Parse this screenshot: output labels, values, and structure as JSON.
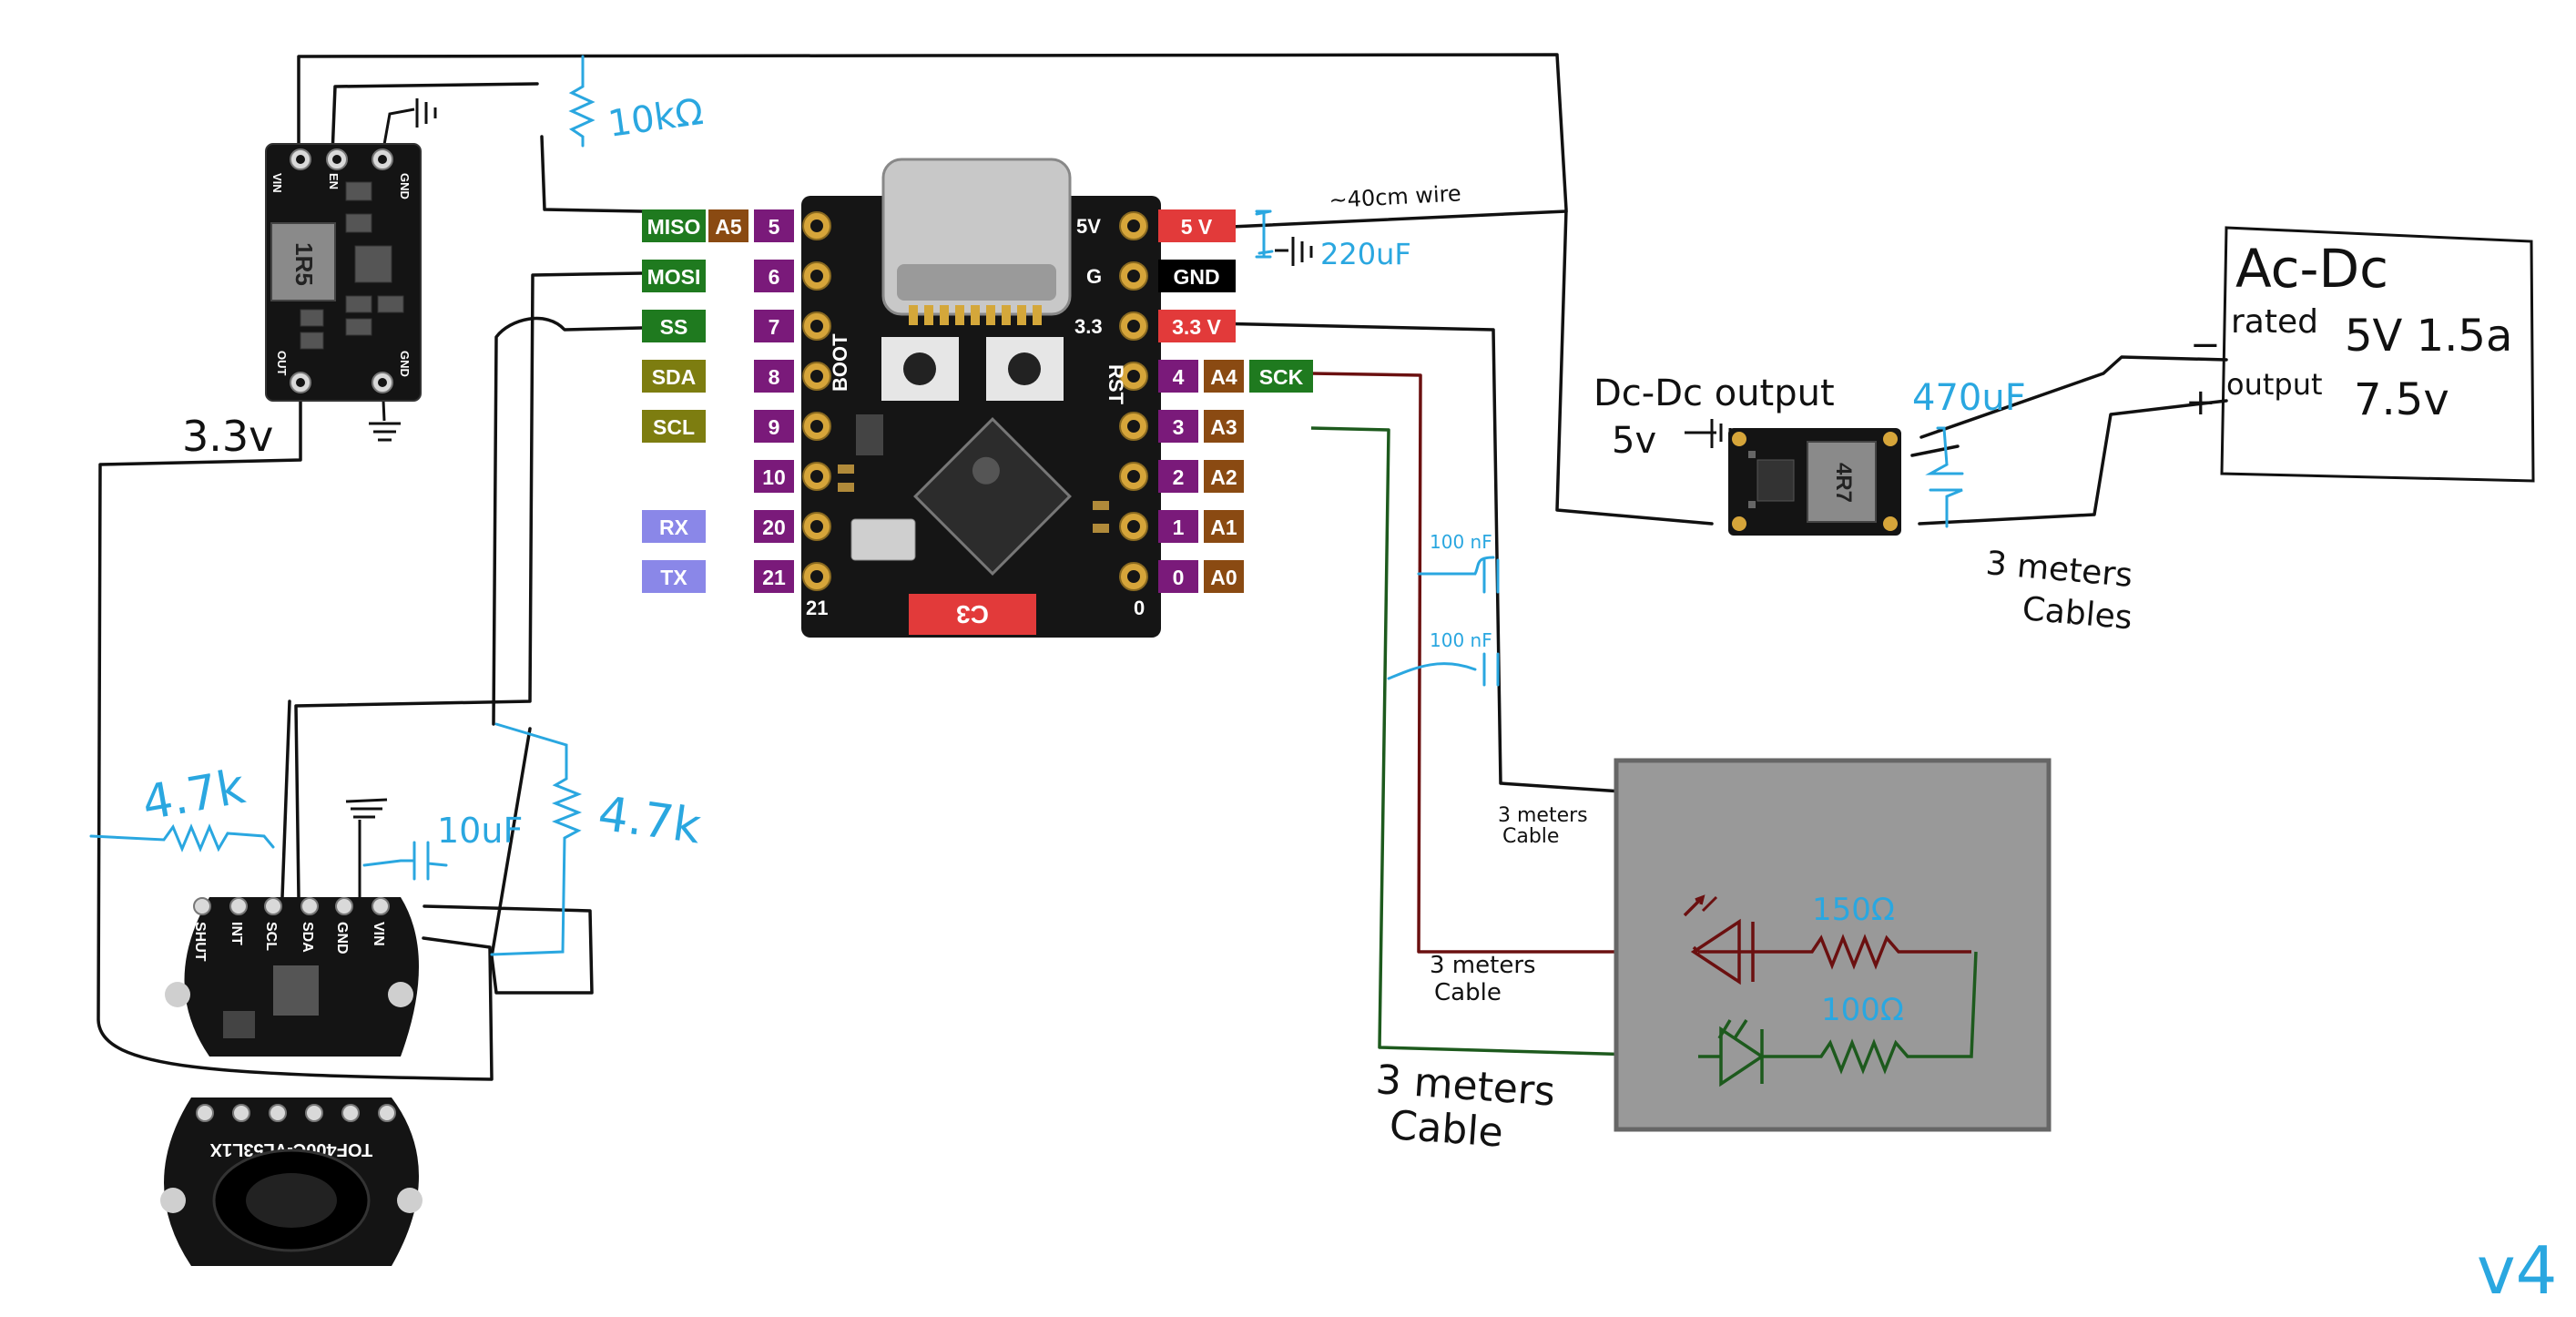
{
  "colors": {
    "wire": "#111111",
    "annotation": "#2aa7e0",
    "red_wire": "#6b1010",
    "green_wire": "#1d5a1d",
    "miso_green": "#1f7a1f",
    "pin_purple": "#7a1a7a",
    "pin_brown": "#8a4a12",
    "pin_olive": "#7d7d10",
    "pin_lavender": "#8a87e8",
    "pin_red": "#e23a3a",
    "board": "#151515",
    "box_gray": "#999999"
  },
  "icons": [
    "ground-symbol-icon",
    "led-icon",
    "resistor-icon",
    "capacitor-icon"
  ],
  "esp32": {
    "left_labels": [
      {
        "label": "MISO",
        "alt": "A5",
        "num": "5"
      },
      {
        "label": "MOSI",
        "alt": "",
        "num": "6"
      },
      {
        "label": "SS",
        "alt": "",
        "num": "7"
      },
      {
        "label": "SDA",
        "alt": "",
        "num": "8"
      },
      {
        "label": "SCL",
        "alt": "",
        "num": "9"
      },
      {
        "label": "",
        "alt": "",
        "num": "10"
      },
      {
        "label": "RX",
        "alt": "",
        "num": "20"
      },
      {
        "label": "TX",
        "alt": "",
        "num": "21"
      }
    ],
    "right_labels": [
      {
        "label": "5 V",
        "alt": "",
        "num": ""
      },
      {
        "label": "GND",
        "alt": "",
        "num": ""
      },
      {
        "label": "3.3 V",
        "alt": "",
        "num": ""
      },
      {
        "label": "SCK",
        "alt": "A4",
        "num": "4"
      },
      {
        "label": "",
        "alt": "A3",
        "num": "3"
      },
      {
        "label": "",
        "alt": "A2",
        "num": "2"
      },
      {
        "label": "",
        "alt": "A1",
        "num": "1"
      },
      {
        "label": "",
        "alt": "A0",
        "num": "0"
      }
    ],
    "silk_right": [
      "5V",
      "G",
      "3.3",
      "RST"
    ],
    "silk_boot": "BOOT",
    "silk_corner_left": "21",
    "silk_corner_right": "0",
    "chip_label": "C3"
  },
  "buck_module": {
    "pins_top": [
      "VIN",
      "EN",
      "GND"
    ],
    "pins_bottom": [
      "OUT",
      "GND"
    ],
    "inductor": "1R5"
  },
  "dcdc_module": {
    "inductor": "4R7"
  },
  "tof_sensor": {
    "pins": [
      "SHUT",
      "INT",
      "SCL",
      "SDA",
      "GND",
      "VIN"
    ],
    "model": "TOF400C-VL53L1X"
  },
  "annotations": {
    "r_10k": "10kΩ",
    "wire_40cm": "~40cm wire",
    "cap_220": "220uF",
    "v33": "3.3v",
    "r_47a": "4.7k",
    "r_47b": "4.7k",
    "cap_10": "10uF",
    "cap_100a": "100 nF",
    "cap_100b": "100 nF",
    "dcdc_title": "Dc-Dc output",
    "dcdc_5v": "5v",
    "cap_470": "470uF",
    "cables_3m_a": "3 meters",
    "cables_3m_a2": "Cables",
    "cable_led_a": "3 meters",
    "cable_led_a2": "Cable",
    "cable_led_b": "3 meters",
    "cable_led_b2": "Cable",
    "cable_led_c": "3 meters",
    "cable_led_c2": "Cable",
    "r_150": "150Ω",
    "r_100": "100Ω",
    "acdc_title": "Ac-Dc",
    "acdc_rated": "rated",
    "acdc_rated_val": "5V 1.5a",
    "acdc_output": "output",
    "acdc_output_val": "7.5v",
    "minus": "−",
    "plus": "+",
    "version": "v4"
  }
}
